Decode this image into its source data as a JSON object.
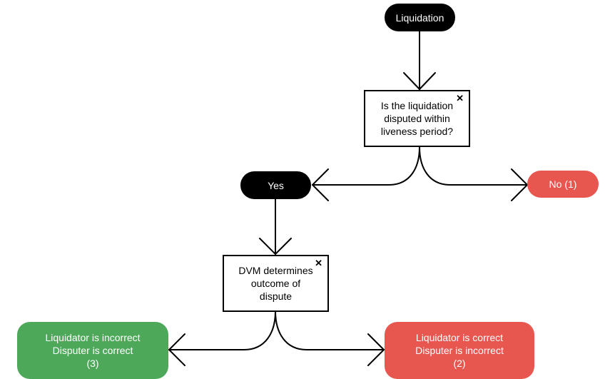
{
  "nodes": {
    "start": {
      "label": "Liquidation"
    },
    "question1": {
      "lines": [
        "Is the liquidation",
        "disputed within",
        "liveness period?"
      ]
    },
    "yes": {
      "label": "Yes"
    },
    "no": {
      "label": "No (1)"
    },
    "question2": {
      "lines": [
        "DVM determines",
        "outcome of",
        "dispute"
      ]
    },
    "outcome3": {
      "lines": [
        "Liquidator is incorrect",
        "Disputer is correct",
        "(3)"
      ]
    },
    "outcome2": {
      "lines": [
        "Liquidator is correct",
        "Disputer is incorrect",
        "(2)"
      ]
    }
  },
  "icons": {
    "close": "close-icon"
  },
  "colors": {
    "black": "#000000",
    "red": "#e8574f",
    "green": "#4ea85a"
  }
}
